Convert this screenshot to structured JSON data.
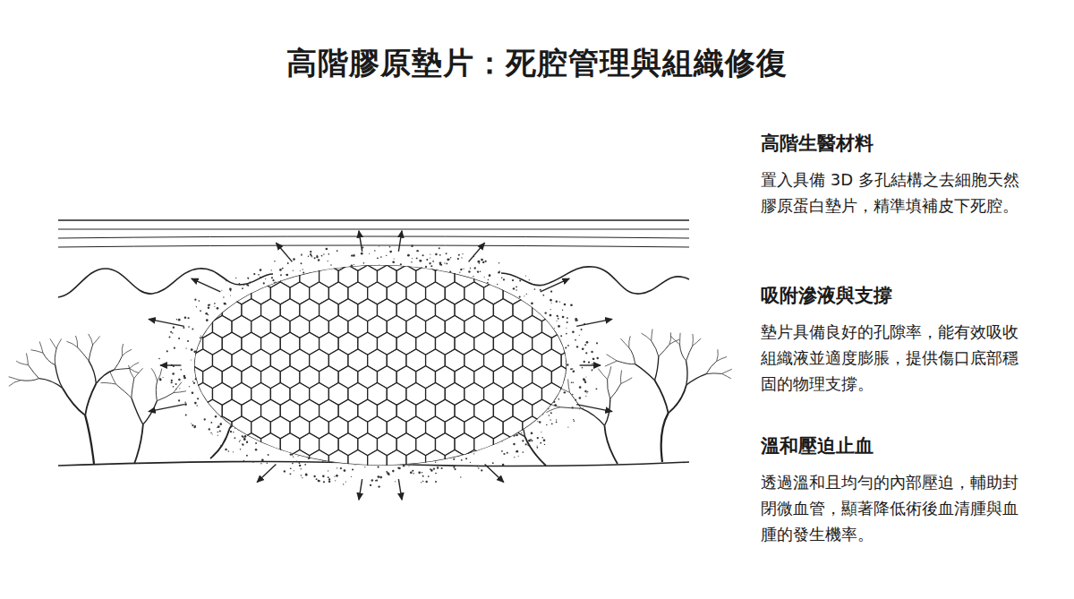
{
  "diagram": {
    "title": "高階膠原墊片：死腔管理與組織修復",
    "labels": [
      "高階生醫材料",
      "置入具備 3D 多孔結構之去細胞天然膠原蛋白墊片，精準填補皮下死腔。",
      "吸附滲液與支撐",
      "墊片具備良好的孔隙率，能有效吸收組織液並適度膨脹，提供傷口底部穩固的物理支撐。",
      "溫和壓迫止血",
      "透過溫和且均勻的內部壓迫，輔助封閉微血管，顯著降低術後血清腫與血腫的發生機率。"
    ]
  }
}
